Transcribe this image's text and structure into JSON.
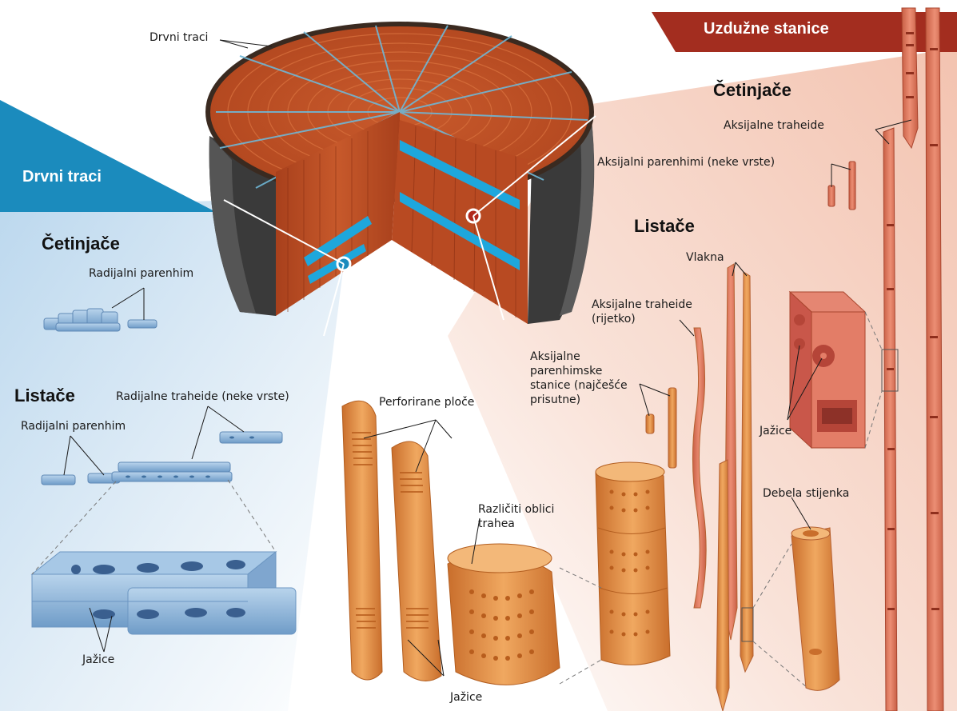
{
  "colors": {
    "ray_blue": "#1b8bbd",
    "cell_blue": "#8fb6d8",
    "wood_orange": "#c2522a",
    "vessel_orange": "#e39a4f",
    "fiber_pink": "#e0785f",
    "banner_red": "#a32d1f"
  },
  "banners": {
    "rays": "Drvni traci",
    "longitudinal": "Uzdužne stanice"
  },
  "log": {
    "rays_label": "Drvni traci"
  },
  "rays_side": {
    "conifers": {
      "heading": "Četinjače",
      "radial_parenchyma": "Radijalni parenhim"
    },
    "hardwoods": {
      "heading": "Listače",
      "radial_tracheids": "Radijalne traheide (neke vrste)",
      "radial_parenchyma": "Radijalni parenhim",
      "pits": "Jažice"
    }
  },
  "vessels": {
    "perforation_plates": "Perforirane ploče",
    "vessel_shapes": "Različiti oblici trahea",
    "pits": "Jažice"
  },
  "longitudinal_side": {
    "conifers": {
      "heading": "Četinjače",
      "axial_tracheids": "Aksijalne traheide",
      "axial_parenchyma": "Aksijalni parenhimi (neke vrste)"
    },
    "hardwoods": {
      "heading": "Listače",
      "fibers": "Vlakna",
      "axial_tracheids": "Aksijalne traheide (rijetko)",
      "axial_parenchyma": "Aksijalne parenhimske stanice (najčešće prisutne)",
      "pits": "Jažice",
      "thick_wall": "Debela stijenka"
    }
  }
}
